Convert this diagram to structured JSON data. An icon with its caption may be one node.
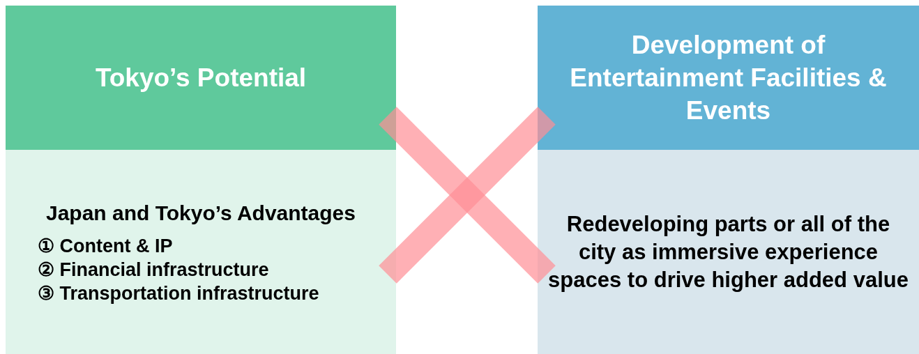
{
  "diagram": {
    "nodes": [
      {
        "text": [
          "Tokyo’s Potential"
        ]
      },
      {
        "text": [
          "Japan and Tokyo’s Advantages",
          "① Content & IP",
          "② Financial infrastructure",
          "③ Transportation infrastructure"
        ]
      },
      {
        "text": [
          "Development of Entertainment Facilities & Events"
        ]
      },
      {
        "text": [
          "Redeveloping parts or all of the city as immersive experience spaces to drive higher added value"
        ]
      }
    ]
  }
}
